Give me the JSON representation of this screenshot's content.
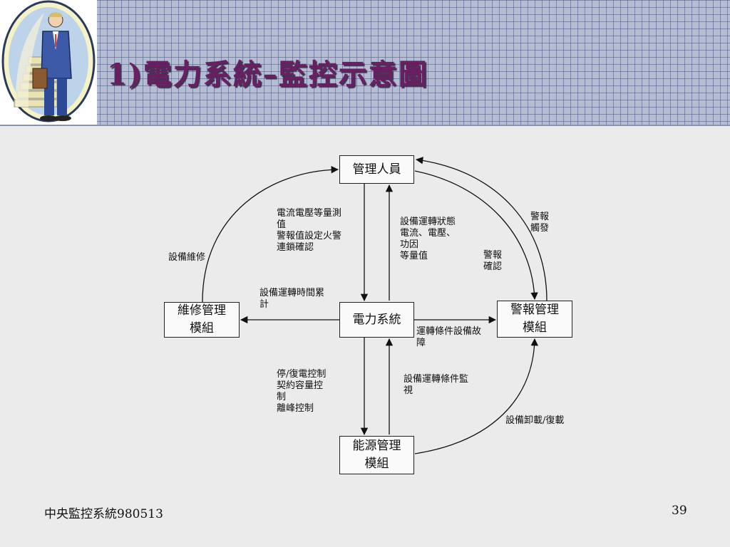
{
  "title": "1)電力系統–監控示意圖",
  "nodes": {
    "manager": "管理人員",
    "power": "電力系統",
    "maintenance": "維修管理\n模組",
    "alarm": "警報管理\n模組",
    "energy": "能源管理\n模組"
  },
  "labels": {
    "measure": [
      "電流電壓等量測",
      "值",
      "警報值設定火警",
      "連鎖確認"
    ],
    "status": [
      "設備運轉狀態",
      "電流、電壓、",
      "功因",
      "等量值"
    ],
    "alarm_trigger": [
      "警報",
      "觸發"
    ],
    "alarm_confirm": [
      "警報",
      "確認"
    ],
    "maintain": [
      "設備維修"
    ],
    "runtime": [
      "設備運轉時間累",
      "計"
    ],
    "fault": [
      "運轉條件設備故",
      "障"
    ],
    "control": [
      "停/復電控制",
      "契約容量控",
      "制",
      "離峰控制"
    ],
    "monitor": [
      "設備運轉條件監",
      "視"
    ],
    "load": [
      "設備卸載/復載"
    ]
  },
  "footer": {
    "left": "中央監控系統980513",
    "right": "39"
  },
  "colors": {
    "title": "#6a1f63",
    "header_grid": "#b4bdd2",
    "background": "#ebebeb"
  }
}
